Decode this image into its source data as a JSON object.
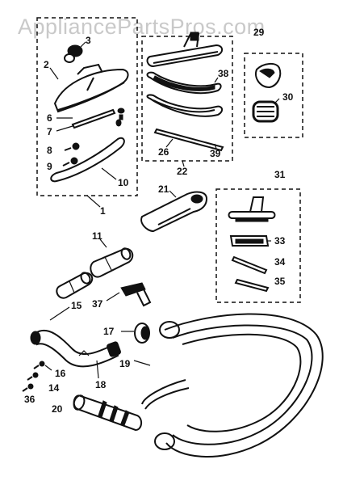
{
  "watermark": "AppliancePartsPros.com",
  "callouts": {
    "p1": "1",
    "p2": "2",
    "p3": "3",
    "p6": "6",
    "p7": "7",
    "p8": "8",
    "p9": "9",
    "p10": "10",
    "p11": "11",
    "p14": "14",
    "p15": "15",
    "p16": "16",
    "p17": "17",
    "p18": "18",
    "p19": "19",
    "p20": "20",
    "p21": "21",
    "p22": "22",
    "p26": "26",
    "p29": "29",
    "p30": "30",
    "p31": "31",
    "p33": "33",
    "p34": "34",
    "p35": "35",
    "p36": "36",
    "p37": "37",
    "p38": "38",
    "p39": "39"
  },
  "colors": {
    "ink": "#111111",
    "watermark": "#c9c9c9",
    "background": "#ffffff"
  }
}
